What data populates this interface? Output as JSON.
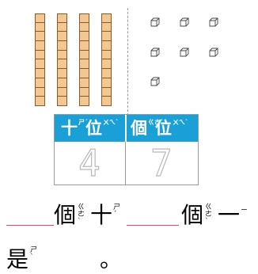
{
  "blocks": {
    "rods": 4,
    "cubes": 7,
    "rod_color": "#f3c792",
    "cube_icon": "unit-cube-icon"
  },
  "table": {
    "header_bg": "#1aa0d6",
    "col1_label": "十位",
    "col1_zhuyin": "ㄕˊ ㄨㄟˋ",
    "col2_label": "個位",
    "col2_zhuyin": "ㄍㄜˋ ㄨㄟˋ",
    "tens_digit": "4",
    "ones_digit": "7"
  },
  "sentence": {
    "part1": "個",
    "part1_zhuyin": "ㄍㄜˋ",
    "part2": "十",
    "part2_zhuyin": "ㄕˊ",
    "part3": "個",
    "part3_zhuyin": "ㄍㄜˋ",
    "part4": "一",
    "part4_zhuyin": "ㄧ",
    "part5": "是",
    "part5_zhuyin": "ㄕˋ",
    "end": "。",
    "blank_color": "#e04a5a"
  }
}
